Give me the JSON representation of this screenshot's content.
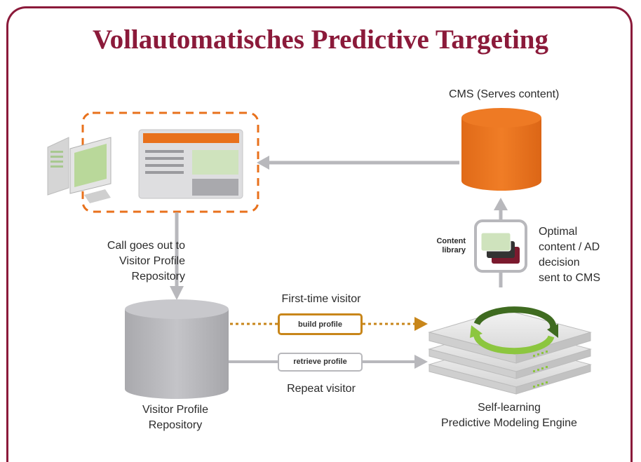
{
  "title": "Vollautomatisches Predictive Targeting",
  "labels": {
    "cms": "CMS (Serves content)",
    "call_line1": "Call goes out to",
    "call_line2": "Visitor Profile",
    "call_line3": "Repository",
    "content_library_line1": "Content",
    "content_library_line2": "library",
    "optimal_line1": "Optimal",
    "optimal_line2": "content / AD",
    "optimal_line3": "decision",
    "optimal_line4": "sent to CMS",
    "first_time_visitor": "First-time visitor",
    "build_profile": "build profile",
    "retrieve_profile": "retrieve profile",
    "repeat_visitor": "Repeat visitor",
    "repository_line1": "Visitor Profile",
    "repository_line2": "Repository",
    "engine_line1": "Self-learning",
    "engine_line2": "Predictive Modeling Engine"
  },
  "colors": {
    "frame": "#8b1a3a",
    "orange": "#e8711c",
    "gray": "#b8b8bc",
    "dotted_orange": "#c8861a",
    "green_light": "#cfe3bd",
    "dark_red": "#7b1a2e"
  }
}
